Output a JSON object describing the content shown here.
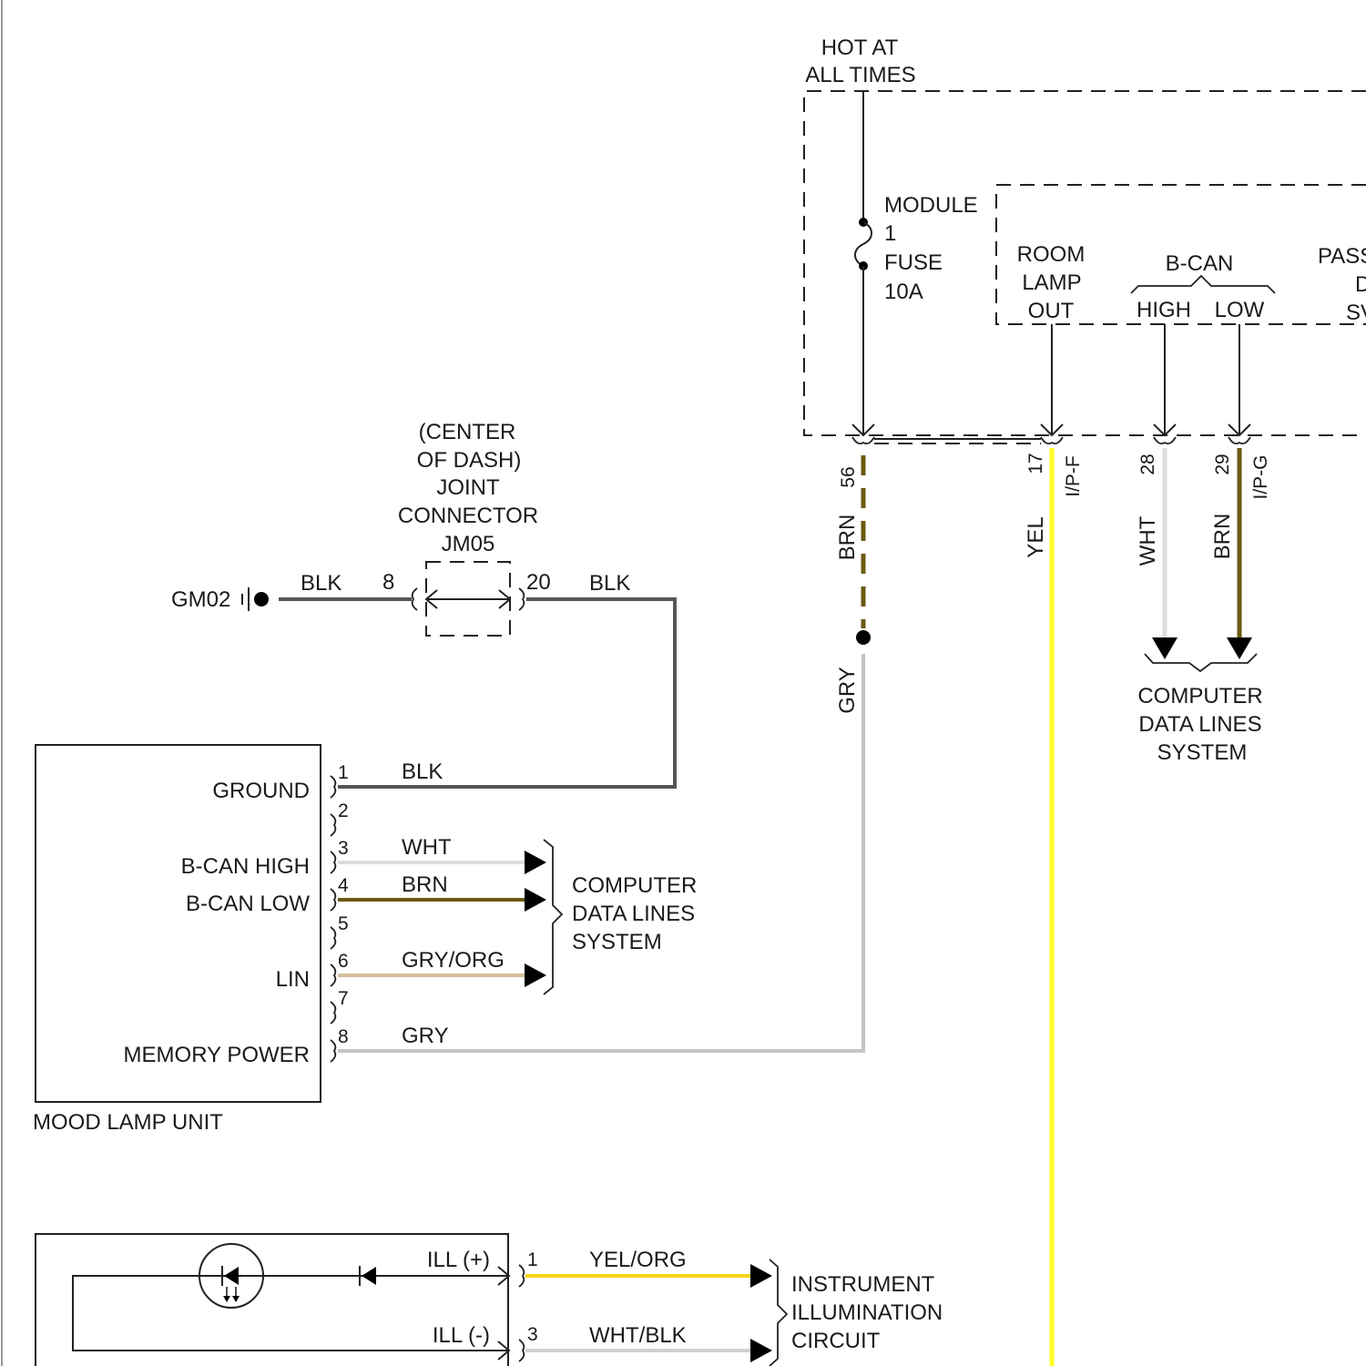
{
  "module": {
    "hot_label_1": "HOT AT",
    "hot_label_2": "ALL TIMES",
    "fuse_name": "MODULE",
    "fuse_number": "1",
    "fuse_type": "FUSE",
    "fuse_rating": "10A",
    "room_lamp_1": "ROOM",
    "room_lamp_2": "LAMP",
    "room_lamp_3": "OUT",
    "bcan_label": "B-CAN",
    "bcan_high": "HIGH",
    "bcan_low": "LOW",
    "pass_partial_1": "PASS",
    "pass_partial_2": "D",
    "pass_partial_3": "SV"
  },
  "module_pins": {
    "p56": "56",
    "p17": "17",
    "p28": "28",
    "p29": "29",
    "conn_ipf": "I/P-F",
    "conn_ipg": "I/P-G"
  },
  "module_wires": {
    "w56_upper": "BRN",
    "w56_lower": "GRY",
    "w17": "YEL",
    "w28": "WHT",
    "w29": "BRN"
  },
  "cdl_top": {
    "line1": "COMPUTER",
    "line2": "DATA LINES",
    "line3": "SYSTEM"
  },
  "joint": {
    "line1": "(CENTER",
    "line2": "OF DASH)",
    "line3": "JOINT",
    "line4": "CONNECTOR",
    "line5": "JM05",
    "pin_left": "8",
    "pin_right": "20",
    "wire_left": "BLK",
    "wire_right": "BLK"
  },
  "ground": {
    "label": "GM02"
  },
  "mood_lamp": {
    "unit_label": "MOOD LAMP UNIT",
    "pins": [
      {
        "num": "1",
        "func": "GROUND",
        "wire": "BLK"
      },
      {
        "num": "2",
        "func": "",
        "wire": ""
      },
      {
        "num": "3",
        "func": "B-CAN HIGH",
        "wire": "WHT"
      },
      {
        "num": "4",
        "func": "B-CAN LOW",
        "wire": "BRN"
      },
      {
        "num": "5",
        "func": "",
        "wire": ""
      },
      {
        "num": "6",
        "func": "LIN",
        "wire": "GRY/ORG"
      },
      {
        "num": "7",
        "func": "",
        "wire": ""
      },
      {
        "num": "8",
        "func": "MEMORY POWER",
        "wire": "GRY"
      }
    ]
  },
  "cdl_mid": {
    "line1": "COMPUTER",
    "line2": "DATA LINES",
    "line3": "SYSTEM"
  },
  "illum": {
    "ill_plus": "ILL (+)",
    "ill_minus": "ILL (-)",
    "pin1": "1",
    "pin3": "3",
    "wire1": "YEL/ORG",
    "wire3": "WHT/BLK",
    "dest1": "INSTRUMENT",
    "dest2": "ILLUMINATION",
    "dest3": "CIRCUIT"
  },
  "wire_colors": {
    "BLK": "#555555",
    "BRN": "#6b5a12",
    "GRY": "#c4c4c4",
    "YEL": "#ffff22",
    "WHT": "#dcdcdc",
    "GRY/ORG": "#d2be9a",
    "YEL/ORG": "#f7d51c",
    "WHT/BLK": "#cfcfcf"
  }
}
